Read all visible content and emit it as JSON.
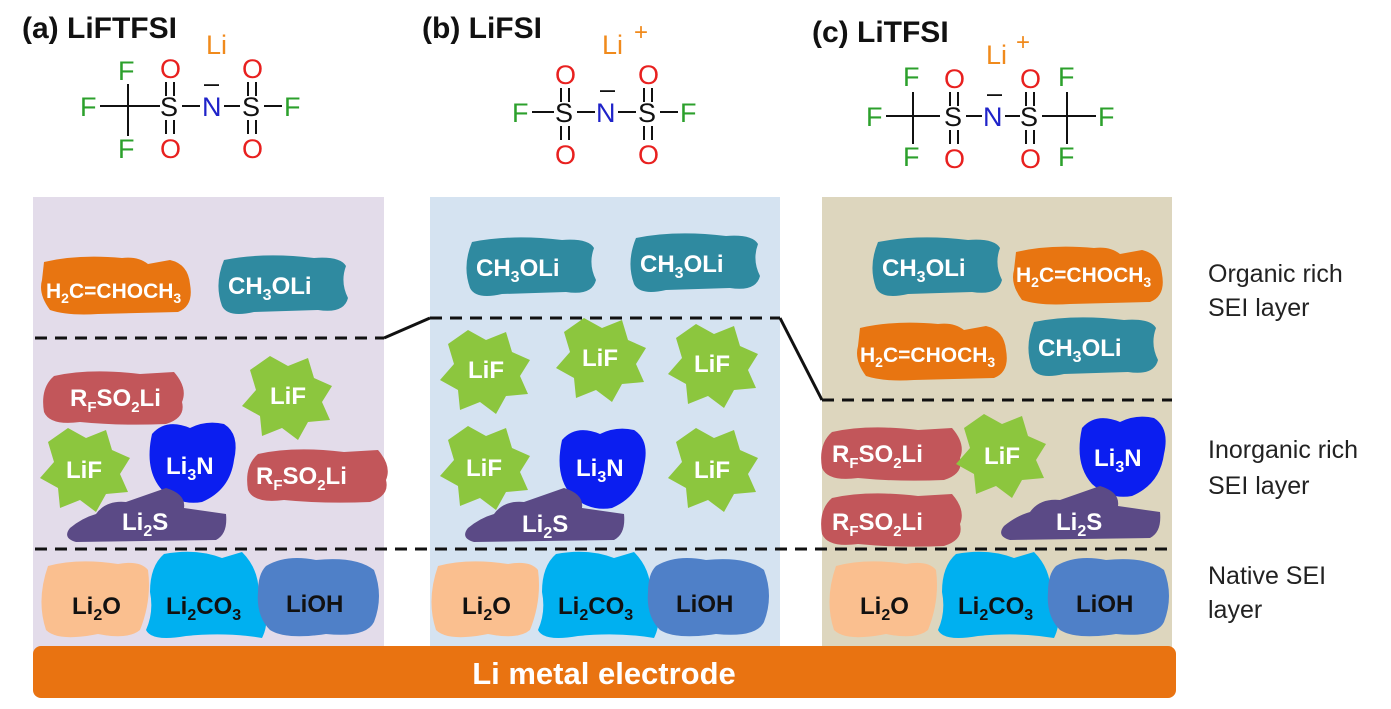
{
  "colors": {
    "panel_a": "#e3dcea",
    "panel_b": "#d5e3f1",
    "panel_c": "#ddd6be",
    "fluorine": "#2ca02c",
    "sulfur": "#111111",
    "oxygen": "#e8201f",
    "nitrogen": "#1f23c9",
    "lithium": "#f08a1c",
    "orange_blob": "#e87511",
    "teal_blob": "#2f8aa0",
    "red_blob": "#c2565a",
    "green_blob": "#8cc63e",
    "blue_blob": "#0b1ef0",
    "purple_blob": "#5b4a86",
    "peach_blob": "#fabf8f",
    "cyan_blob": "#00b0f0",
    "steel_blob": "#4f80c8",
    "electrode": "#e97311"
  },
  "titles": {
    "a": "(a) LiFTFSI",
    "b": "(b) LiFSI",
    "c": "(c) LiTFSI"
  },
  "atoms": {
    "F": "F",
    "S": "S",
    "O": "O",
    "N": "N",
    "minus": "–",
    "Li": "Li",
    "plus": "+"
  },
  "species": {
    "vinyl_ether": {
      "main": "H",
      "sub1": "2",
      "mid": "C=CHOCH",
      "sub2": "3"
    },
    "methoxide": {
      "main": "CH",
      "sub": "3",
      "tail": "OLi"
    },
    "sulfinate": {
      "main": "R",
      "sub": "F",
      "tail": "SO",
      "sub2": "2",
      "tail2": "Li"
    },
    "lif": "LiF",
    "nitride": {
      "main": "Li",
      "sub": "3",
      "tail": "N"
    },
    "sulfide": {
      "main": "Li",
      "sub": "2",
      "tail": "S"
    },
    "oxide": {
      "main": "Li",
      "sub": "2",
      "tail": "O"
    },
    "carbonate": {
      "main": "Li",
      "sub": "2",
      "tail": "CO",
      "sub2": "3"
    },
    "hydroxide": "LiOH"
  },
  "layers": {
    "organic": [
      "Organic rich",
      "SEI layer"
    ],
    "inorganic": [
      "Inorganic rich",
      "SEI layer"
    ],
    "native": [
      "Native SEI",
      "layer"
    ]
  },
  "electrode": "Li metal electrode"
}
